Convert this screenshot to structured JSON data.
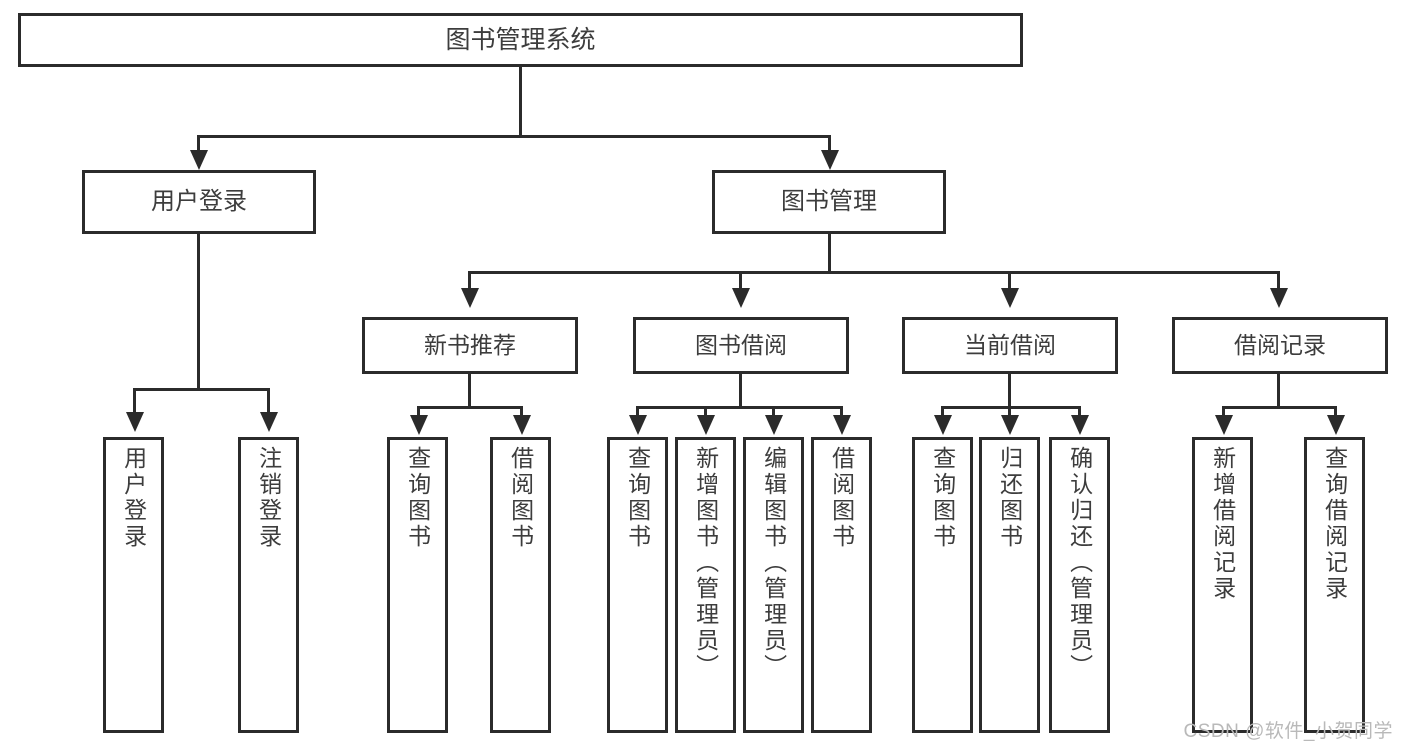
{
  "diagram": {
    "title": "图书管理系统",
    "type": "tree-hierarchy-diagram",
    "root": {
      "label": "图书管理系统"
    },
    "level2": [
      {
        "label": "用户登录"
      },
      {
        "label": "图书管理"
      }
    ],
    "level3": [
      {
        "label": "新书推荐"
      },
      {
        "label": "图书借阅"
      },
      {
        "label": "当前借阅"
      },
      {
        "label": "借阅记录"
      }
    ],
    "leaves": [
      {
        "label": "用户登录",
        "parent": "用户登录"
      },
      {
        "label": "注销登录",
        "parent": "用户登录"
      },
      {
        "label": "查询图书",
        "parent": "新书推荐"
      },
      {
        "label": "借阅图书",
        "parent": "新书推荐"
      },
      {
        "label": "查询图书",
        "parent": "图书借阅"
      },
      {
        "label": "新增图书（管理员）",
        "parent": "图书借阅"
      },
      {
        "label": "编辑图书（管理员）",
        "parent": "图书借阅"
      },
      {
        "label": "借阅图书",
        "parent": "图书借阅"
      },
      {
        "label": "查询图书",
        "parent": "当前借阅"
      },
      {
        "label": "归还图书",
        "parent": "当前借阅"
      },
      {
        "label": "确认归还（管理员）",
        "parent": "当前借阅"
      },
      {
        "label": "新增借阅记录",
        "parent": "借阅记录"
      },
      {
        "label": "查询借阅记录",
        "parent": "借阅记录"
      }
    ]
  },
  "watermark": {
    "text": "CSDN @软件_小贺同学"
  },
  "colors": {
    "stroke": "#2b2b2b",
    "text": "#3d3d3d",
    "background": "#ffffff",
    "watermark": "#b9b9b9"
  }
}
